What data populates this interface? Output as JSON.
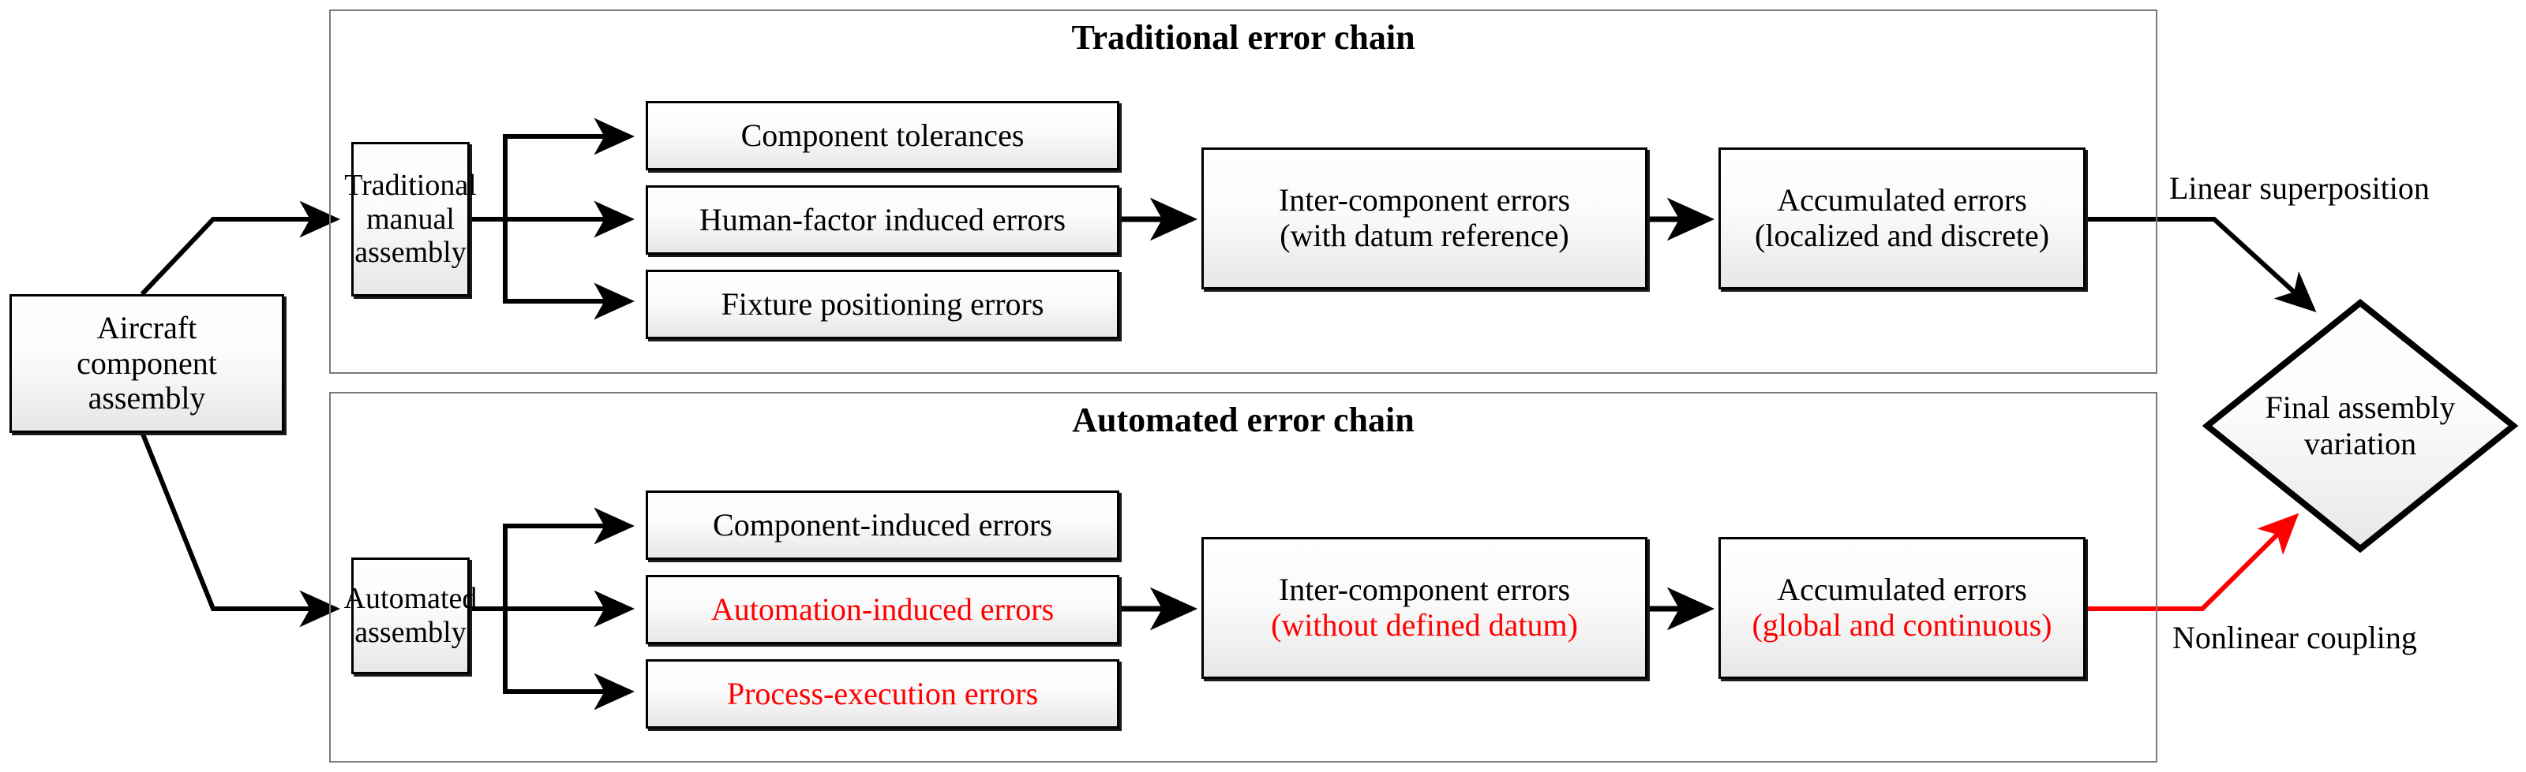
{
  "source": {
    "label_lines": [
      "Aircraft",
      "component",
      "assembly"
    ]
  },
  "panels": [
    {
      "id": "traditional",
      "title": "Traditional error chain"
    },
    {
      "id": "automated",
      "title": "Automated error chain"
    }
  ],
  "traditional_chain": {
    "stage_label_lines": [
      "Traditional",
      "manual",
      "assembly"
    ],
    "error_sources": [
      {
        "text": "Component tolerances",
        "color": "black"
      },
      {
        "text": "Human-factor induced errors",
        "color": "black"
      },
      {
        "text": "Fixture positioning errors",
        "color": "black"
      }
    ],
    "inter_component": {
      "line1": "Inter-component errors",
      "line1_color": "black",
      "line2": "(with datum reference)",
      "line2_color": "black"
    },
    "accumulated": {
      "line1": "Accumulated errors",
      "line1_color": "black",
      "line2": "(localized and discrete)",
      "line2_color": "black"
    },
    "outcome_label": "Linear superposition",
    "outcome_label_color": "#000000"
  },
  "automated_chain": {
    "stage_label_lines": [
      "Automated",
      "assembly"
    ],
    "error_sources": [
      {
        "text": "Component-induced errors",
        "color": "black"
      },
      {
        "text": "Automation-induced errors",
        "color": "red"
      },
      {
        "text": "Process-execution errors",
        "color": "red"
      }
    ],
    "inter_component": {
      "line1": "Inter-component errors",
      "line1_color": "black",
      "line2": "(without defined datum)",
      "line2_color": "red"
    },
    "accumulated": {
      "line1": "Accumulated errors",
      "line1_color": "black",
      "line2": "(global and continuous)",
      "line2_color": "red"
    },
    "outcome_label": "Nonlinear coupling",
    "outcome_label_color": "#FF0000"
  },
  "result": {
    "label_lines": [
      "Final assembly",
      "variation"
    ]
  },
  "colors": {
    "accent_red": "#FF0000",
    "line_black": "#000000",
    "panel_border": "#7a7a7a",
    "box_fill_top": "#ffffff",
    "box_fill_bottom": "#e7e7e7"
  }
}
